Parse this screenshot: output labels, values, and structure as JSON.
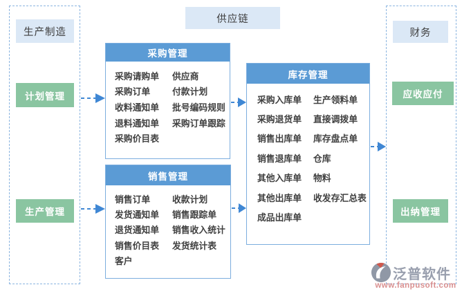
{
  "diagram": {
    "top_label": "供应链",
    "left_group": {
      "title": "生产制造",
      "items": [
        {
          "label": "计划管理"
        },
        {
          "label": "生产管理"
        }
      ]
    },
    "right_group": {
      "title": "财务",
      "items": [
        {
          "label": "应收应付"
        },
        {
          "label": "出纳管理"
        }
      ]
    },
    "modules": [
      {
        "title": "采购管理",
        "rows": [
          [
            "采购请购单",
            "供应商"
          ],
          [
            "采购订单",
            "付款计划"
          ],
          [
            "收料通知单",
            "批号编码规则"
          ],
          [
            "退料通知单",
            "采购订单跟踪"
          ],
          [
            "采购价目表",
            ""
          ]
        ]
      },
      {
        "title": "销售管理",
        "rows": [
          [
            "销售订单",
            "收款计划"
          ],
          [
            "发货通知单",
            "销售跟踪单"
          ],
          [
            "退货通知单",
            "销售收入统计"
          ],
          [
            "销售价目表",
            "发货统计表"
          ],
          [
            "客户",
            ""
          ]
        ]
      },
      {
        "title": "库存管理",
        "rows": [
          [
            "采购入库单",
            "生产领料单"
          ],
          [
            "采购退货单",
            "直接调拨单"
          ],
          [
            "销售出库单",
            "库存盘点单"
          ],
          [
            "销售退库单",
            "仓库"
          ],
          [
            "其他入库单",
            "物料"
          ],
          [
            "其他出库单",
            "收发存汇总表"
          ],
          [
            "成品出库单",
            ""
          ]
        ]
      }
    ],
    "colors": {
      "header_blue": "#5b9bd5",
      "box_border_blue": "#7badde",
      "light_blue_fill": "#dbe8f6",
      "green_fill": "#8ac5a1",
      "dashed_border": "#8ab4e0",
      "arrow_blue": "#3f87d4",
      "item_text": "#404040",
      "watermark_grey": "#999fae",
      "watermark_red": "#d98f8f"
    },
    "watermark": {
      "brand": "泛普软件",
      "url": "www.fanpusoft.com"
    }
  }
}
